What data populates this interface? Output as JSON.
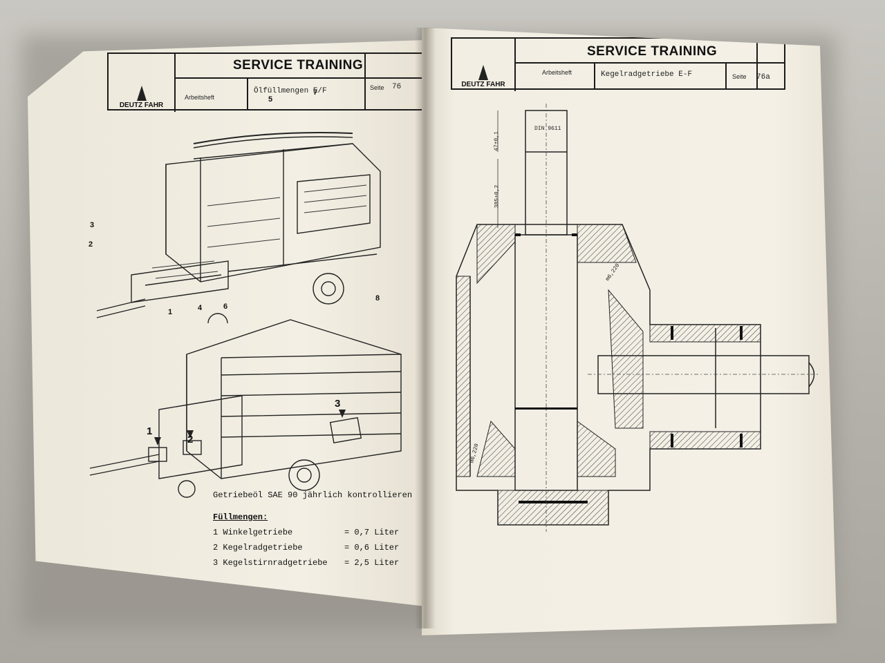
{
  "left_page": {
    "header": {
      "logo": "DEUTZ FAHR",
      "title": "SERVICE TRAINING",
      "arbeitsheft_label": "Arbeitsheft",
      "subject": "Ölfüllmengen E/F",
      "seite_label": "Seite",
      "page_number": "76"
    },
    "callouts": [
      "1",
      "2",
      "3",
      "4",
      "5",
      "6",
      "7",
      "8"
    ],
    "lower_callouts": [
      "1",
      "2",
      "3"
    ],
    "note_title": "Getriebeöl SAE 90 jährlich kontrollieren",
    "fill_title": "Füllmengen:",
    "fill_items": [
      {
        "label": "1 Winkelgetriebe",
        "value": "= 0,7 Liter"
      },
      {
        "label": "2 Kegelradgetriebe",
        "value": "= 0,6 Liter"
      },
      {
        "label": "3 Kegelstirnradgetriebe",
        "value": "= 2,5 Liter"
      }
    ]
  },
  "right_page": {
    "header": {
      "logo": "DEUTZ FAHR",
      "title": "SERVICE TRAINING",
      "arbeitsheft_label": "Arbeitsheft",
      "subject": "Kegelradgetriebe E-F",
      "seite_label": "Seite",
      "page_number": "76a"
    },
    "drawing_labels": {
      "din": "DIN 9611",
      "dim_top": "47±0,1",
      "dim_shaft": "385+0,2",
      "gear1": "m6,220",
      "gear2": "m6,220"
    }
  }
}
